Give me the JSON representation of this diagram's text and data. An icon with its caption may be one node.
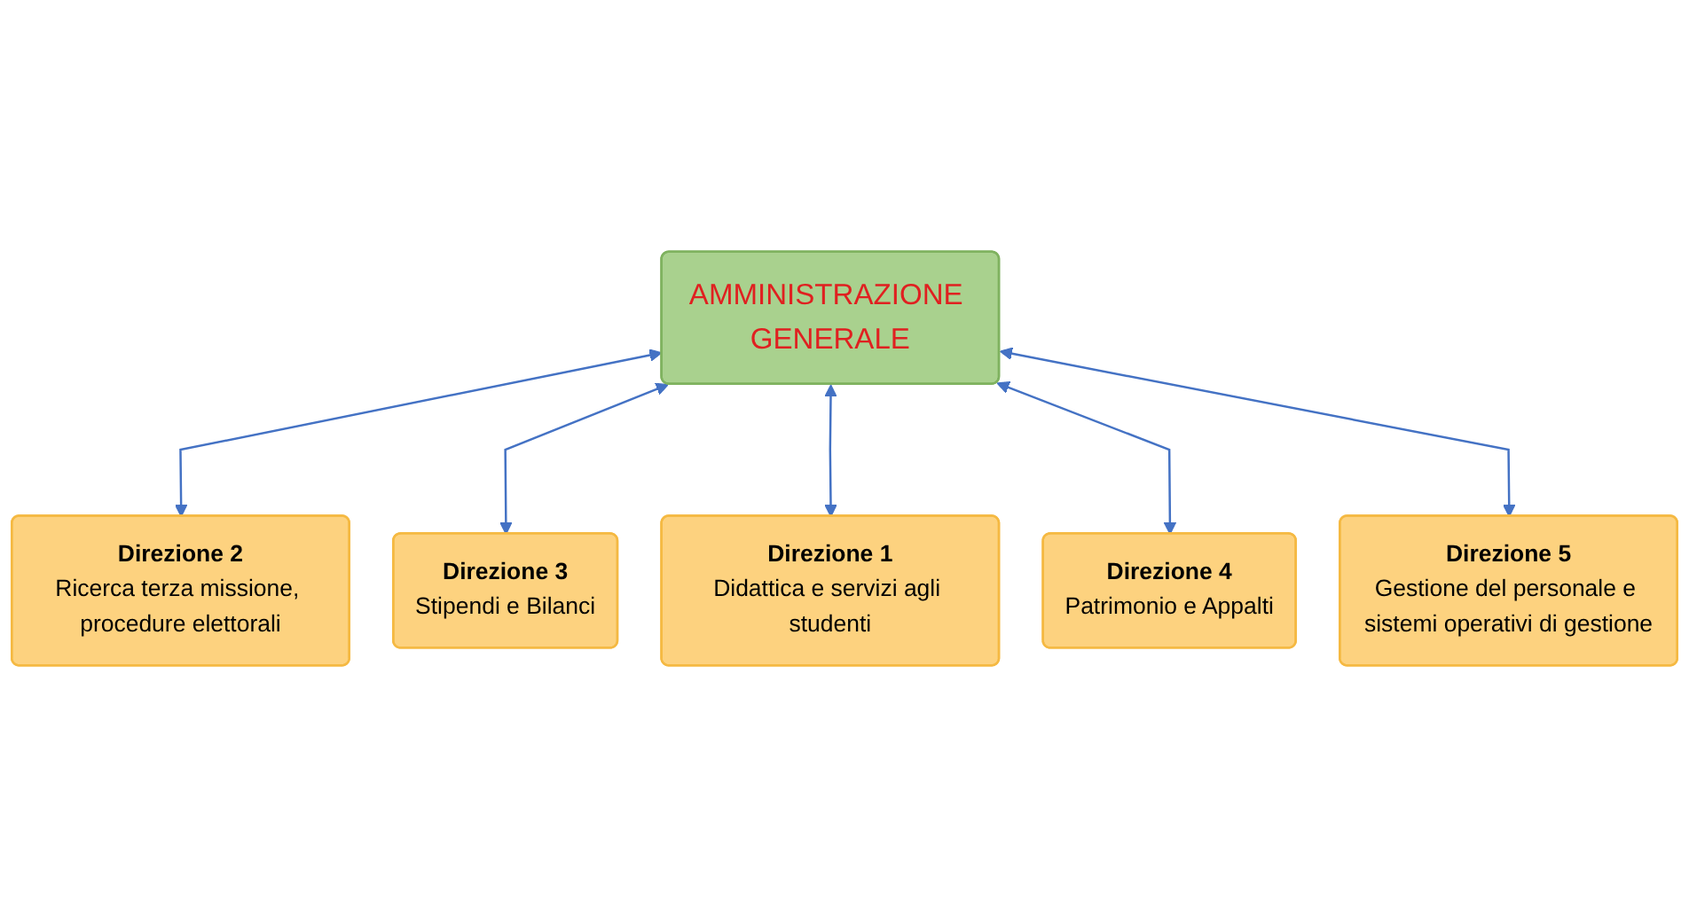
{
  "diagram": {
    "nodes": [
      {
        "text": [
          "Direzione 2",
          "Ricerca terza missione, procedure elettorali"
        ]
      },
      {
        "text": [
          "Direzione 3",
          "Stipendi e Bilanci"
        ]
      },
      {
        "text": [
          "Direzione 1",
          "Didattica e servizi agli studenti"
        ]
      },
      {
        "text": [
          "AMMINISTRAZIONE GENERALE"
        ]
      },
      {
        "text": [
          "Direzione 4",
          "Patrimonio e Appalti"
        ]
      },
      {
        "text": [
          "Direzione 5",
          "Gestione del personale e sistemi operativi di gestione"
        ]
      }
    ],
    "edges": [
      {
        "from": 3,
        "to": 0,
        "arrow": "both"
      },
      {
        "from": 3,
        "to": 1,
        "arrow": "both"
      },
      {
        "from": 3,
        "to": 2,
        "arrow": "both"
      },
      {
        "from": 3,
        "to": 4,
        "arrow": "both"
      },
      {
        "from": 3,
        "to": 5,
        "arrow": "both"
      }
    ]
  }
}
